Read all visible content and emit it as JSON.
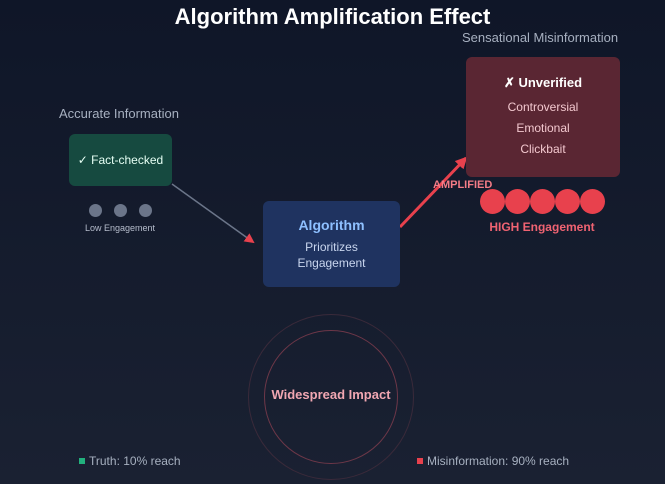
{
  "title": "Algorithm Amplification Effect",
  "accurate": {
    "caption": "Accurate Information",
    "box_label": "✓ Fact-checked",
    "engagement_label": "Low Engagement",
    "engagement_dots": 3,
    "color": "#164a40"
  },
  "algorithm": {
    "title": "Algorithm",
    "line1": "Prioritizes",
    "line2": "Engagement",
    "color": "#1f3360"
  },
  "misinformation": {
    "caption": "Sensational Misinformation",
    "title": "✗ Unverified",
    "items": [
      "Controversial",
      "Emotional",
      "Clickbait"
    ],
    "engagement_label": "HIGH Engagement",
    "engagement_dots": 5,
    "color": "#5a2633",
    "dot_color": "#e8414d"
  },
  "arrows": {
    "amplified_label": "AMPLIFIED"
  },
  "impact": {
    "label": "Widespread Impact"
  },
  "legend": {
    "truth": {
      "label": "Truth: 10% reach",
      "color": "#22b07d"
    },
    "misinfo": {
      "label": "Misinformation: 90% reach",
      "color": "#e8414d"
    }
  }
}
